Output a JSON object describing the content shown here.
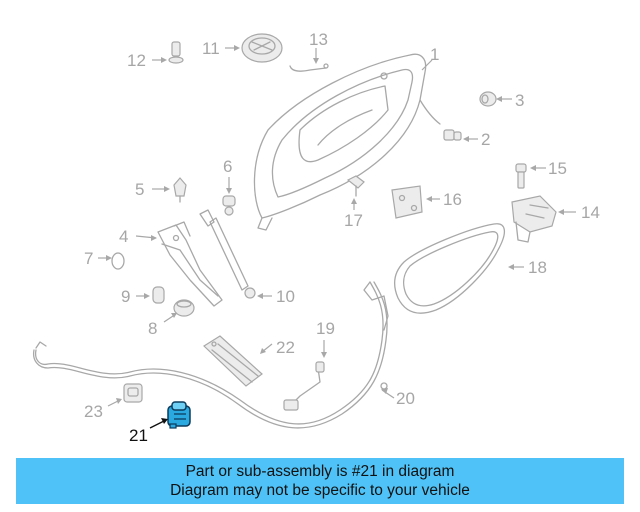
{
  "diagram": {
    "highlighted_part": "21",
    "callouts": [
      "1",
      "2",
      "3",
      "4",
      "5",
      "6",
      "7",
      "8",
      "9",
      "10",
      "11",
      "12",
      "13",
      "14",
      "15",
      "16",
      "17",
      "18",
      "19",
      "20",
      "21",
      "22",
      "23"
    ]
  },
  "banner": {
    "line1": "Part or sub-assembly is #21 in diagram",
    "line2": "Diagram may not be specific to your vehicle",
    "background_color": "#4fc3f7"
  },
  "colors": {
    "line_art": "#a8a8a8",
    "highlight": "#2aa9e0",
    "highlight_label": "#111111"
  }
}
